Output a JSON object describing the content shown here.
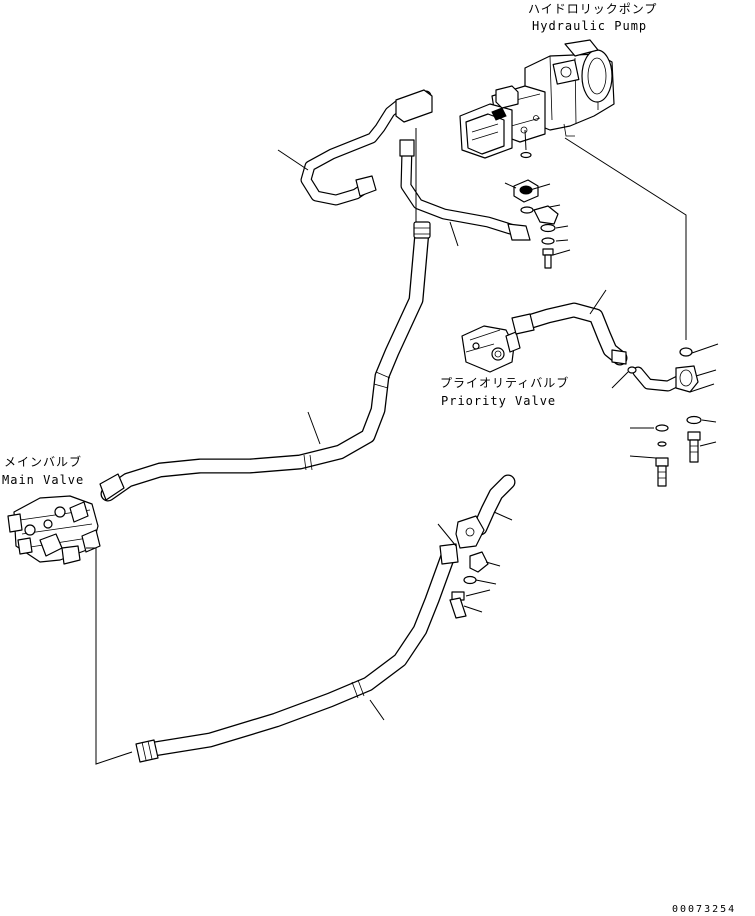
{
  "labels": {
    "hydraulic_pump_jp": "ハイドロリックポンプ",
    "hydraulic_pump_en": "Hydraulic Pump",
    "priority_valve_jp": "プライオリティバルブ",
    "priority_valve_en": "Priority Valve",
    "main_valve_jp": "メインバルブ",
    "main_valve_en": "Main Valve"
  },
  "drawing_number": "00073254"
}
